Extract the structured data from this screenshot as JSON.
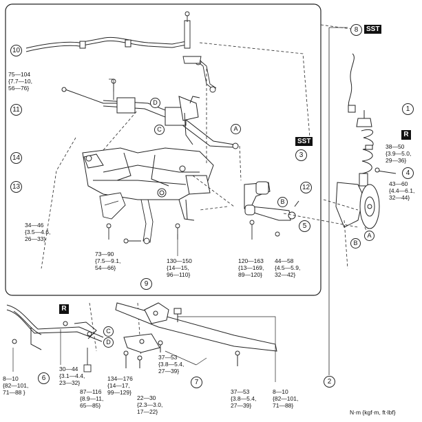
{
  "badges": {
    "sst_top": "SST",
    "sst_mid": "SST",
    "r_right": "R",
    "r_bottom": "R"
  },
  "callouts": {
    "c1": "1",
    "c2": "2",
    "c3": "3",
    "c4": "4",
    "c5": "5",
    "c6": "6",
    "c7": "7",
    "c8": "8",
    "c9": "9",
    "c10": "10",
    "c11": "11",
    "c12": "12",
    "c13": "13",
    "c14": "14"
  },
  "letters": {
    "a1": "A",
    "a2": "A",
    "b1": "B",
    "b2": "B",
    "c1": "C",
    "c2": "C",
    "d1": "D",
    "d2": "D"
  },
  "torque": {
    "t75": "75—104\n{7.7—10,\n56—76}",
    "t38": "38—50\n{3.9—5.0,\n29—36}",
    "t43": "43—60\n{4.4—6.1,\n32—44}",
    "t34": "34—46\n{3.5—4.6,\n26—33}",
    "t73": "73—90\n{7.5—9.1,\n54—66}",
    "t130": "130—150\n{14—15,\n96—110}",
    "t120": "120—163\n{13—169,\n89—120}",
    "t44": "44—58\n{4.5—5.9,\n32—42}",
    "t8a": "8—10\n{82—101,\n71—88 }",
    "t30": "30—44\n{3.1—4.4,\n23—32}",
    "t87": "87—116\n{8.9—11,\n65—85}",
    "t134": "134—176\n{14—17,\n99—129}",
    "t22": "22—30\n{2.3—3.0,\n17—22}",
    "t37a": "37—53\n{3.8—5.4,\n27—39}",
    "t37b": "37—53\n{3.8—5.4,\n27—39}",
    "t8b": "8—10\n{82—101,\n71—88}"
  },
  "units": "N·m {kgf·m, ft·lbf}"
}
